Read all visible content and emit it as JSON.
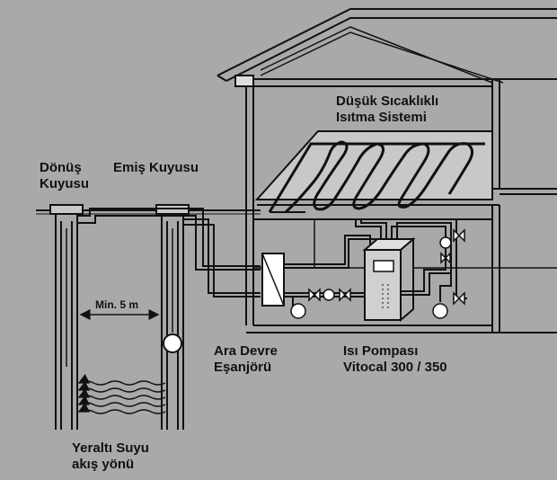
{
  "labels": {
    "return_well": [
      "Dönüş",
      "Kuyusu"
    ],
    "suction_well": "Emiş Kuyusu",
    "heating_system": [
      "Düşük Sıcaklıklı",
      "Isıtma Sistemi"
    ],
    "distance": "Min. 5 m",
    "heat_exchanger": [
      "Ara Devre",
      "Eşanjörü"
    ],
    "heat_pump": [
      "Isı Pompası",
      "Vitocal 300 / 350"
    ],
    "groundwater": [
      "Yeraltı Suyu",
      "akış yönü"
    ]
  },
  "colors": {
    "background": "#a9a9a9",
    "line": "#111111",
    "fill_light": "#ffffff",
    "fill_mid": "#c8c8c8"
  }
}
